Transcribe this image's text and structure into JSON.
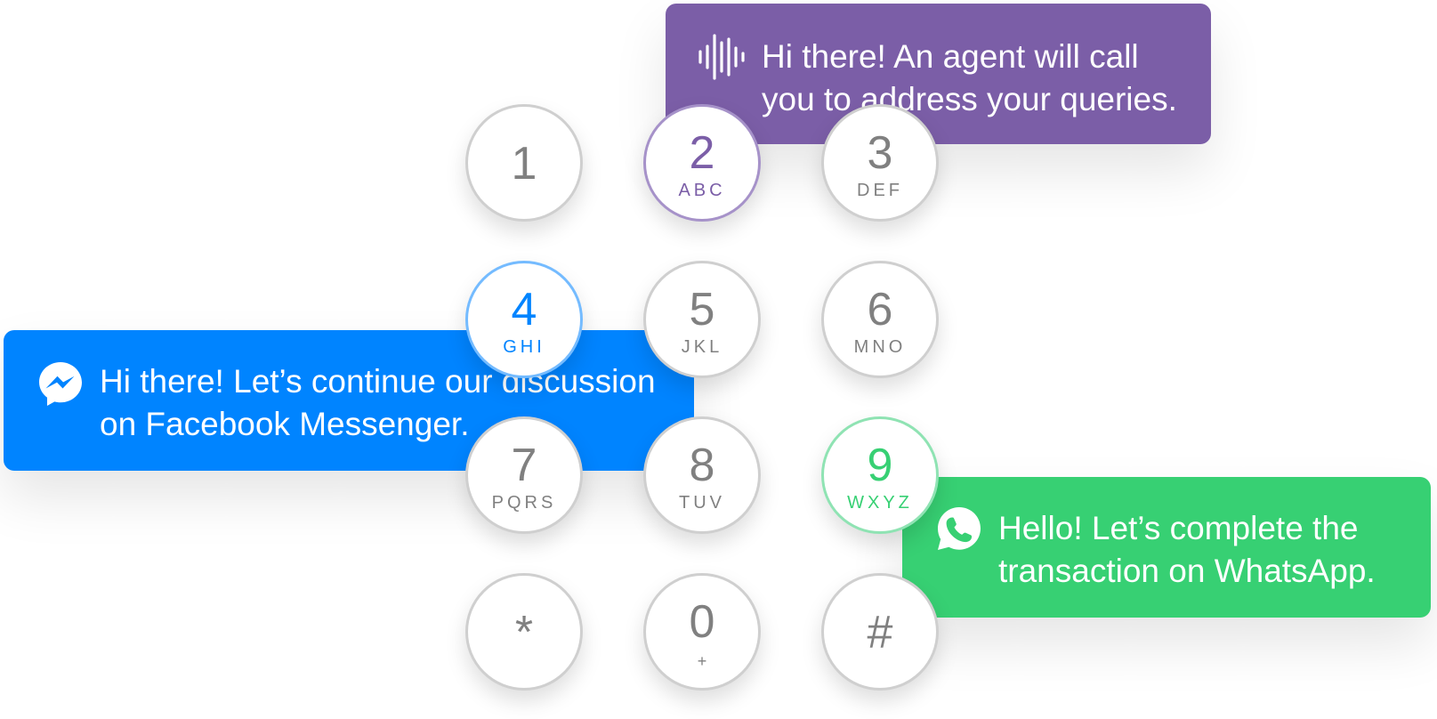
{
  "colors": {
    "voice": "#7b5ea7",
    "messenger": "#0084ff",
    "whatsapp": "#37d073",
    "key_border": "#cfcfcf",
    "key_text": "#808080"
  },
  "bubbles": {
    "voice": {
      "icon": "soundwave-icon",
      "line1": "Hi there! An agent will call",
      "line2": "you to address your queries."
    },
    "messenger": {
      "icon": "messenger-icon",
      "line1": "Hi there! Let’s continue our discussion",
      "line2": "on Facebook Messenger."
    },
    "whatsapp": {
      "icon": "whatsapp-icon",
      "line1": "Hello! Let’s complete the",
      "line2": "transaction on WhatsApp."
    }
  },
  "keypad": {
    "keys": [
      {
        "digit": "1",
        "letters": ""
      },
      {
        "digit": "2",
        "letters": "ABC"
      },
      {
        "digit": "3",
        "letters": "DEF"
      },
      {
        "digit": "4",
        "letters": "GHI"
      },
      {
        "digit": "5",
        "letters": "JKL"
      },
      {
        "digit": "6",
        "letters": "MNO"
      },
      {
        "digit": "7",
        "letters": "PQRS"
      },
      {
        "digit": "8",
        "letters": "TUV"
      },
      {
        "digit": "9",
        "letters": "WXYZ"
      },
      {
        "digit": "*",
        "letters": ""
      },
      {
        "digit": "0",
        "letters": "+"
      },
      {
        "digit": "#",
        "letters": ""
      }
    ]
  }
}
